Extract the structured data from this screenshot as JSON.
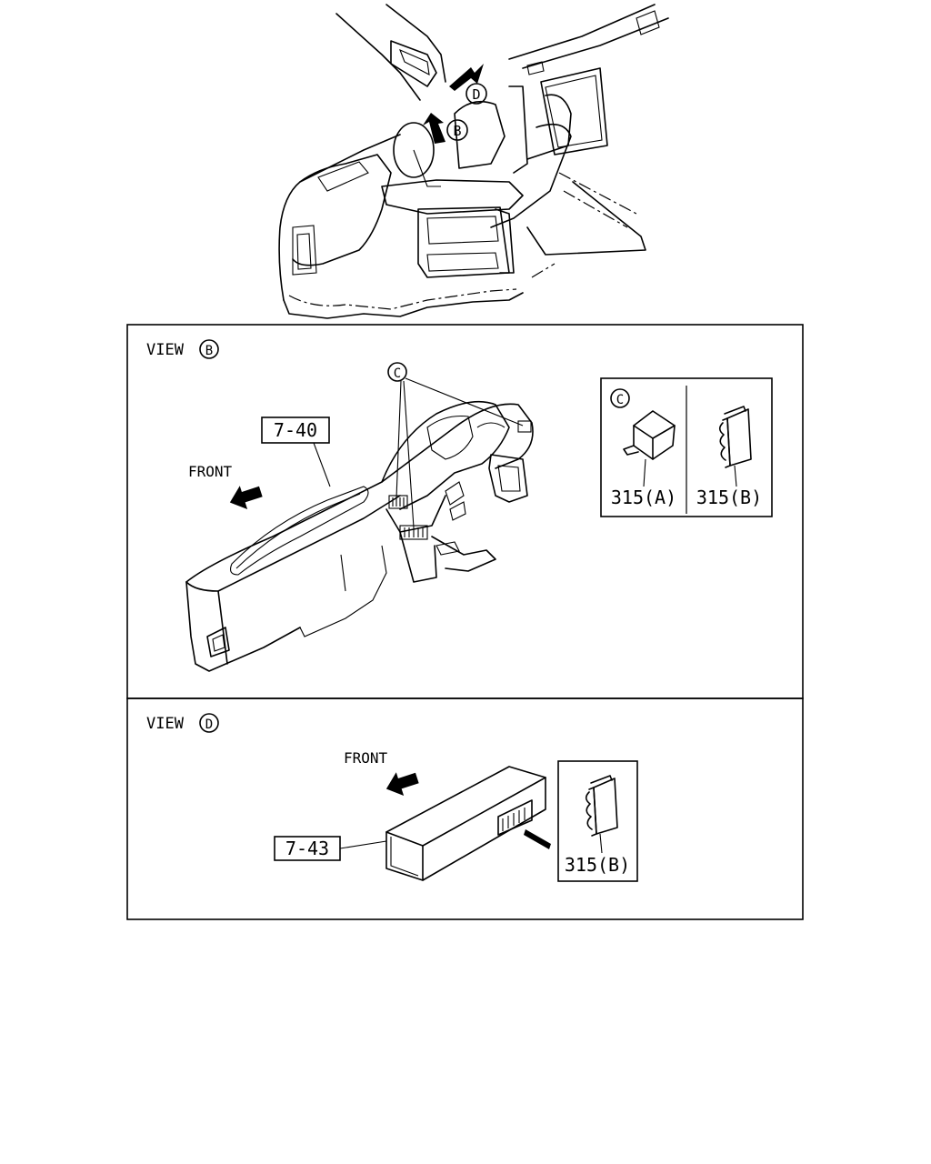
{
  "overview": {
    "callout_b": "B",
    "callout_d": "D"
  },
  "view_b": {
    "title": "VIEW",
    "callout": "B",
    "front_label": "FRONT",
    "part_ref": "7-40",
    "locator": "C",
    "detail": {
      "callout": "C",
      "part_a": "315(A)",
      "part_b": "315(B)"
    }
  },
  "view_d": {
    "title": "VIEW",
    "callout": "D",
    "front_label": "FRONT",
    "part_ref": "7-43",
    "detail": {
      "part_b": "315(B)"
    }
  }
}
